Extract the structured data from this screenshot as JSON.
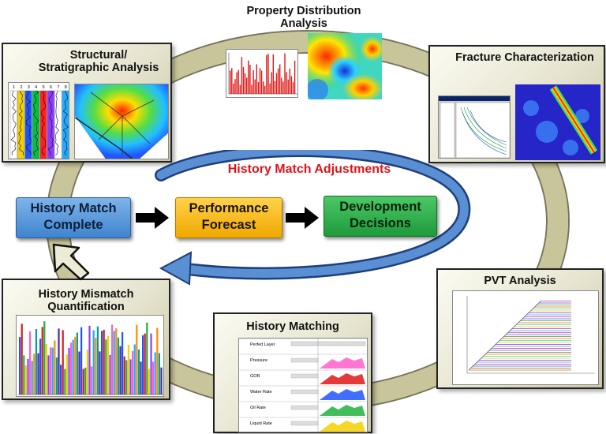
{
  "panels": {
    "property_distribution": "Property Distribution Analysis",
    "structural": "Structural/ Stratigraphic Analysis",
    "fracture": "Fracture Characterization",
    "pvt": "PVT Analysis",
    "history_matching": "History Matching",
    "mismatch": "History Mismatch Quantification"
  },
  "center": {
    "loop_label": "History Match Adjustments",
    "step1": "History Match Complete",
    "step2": "Performance Forecast",
    "step3": "Development Decisions"
  },
  "history_matching_rows": [
    "Perfed Layer",
    "Pressure",
    "GOR",
    "Water Rate",
    "Oil Rate",
    "Liquid Rate"
  ],
  "well_log_headers": [
    "1",
    "2",
    "3",
    "4",
    "5",
    "6",
    "7",
    "8"
  ],
  "colors": {
    "ring": "#c8c59a",
    "loop_arrow": "#4a7fc4",
    "loop_label": "#e0131a",
    "step1_fill": "#5b9bd5",
    "step2_fill": "#f5b800",
    "step3_fill": "#2fae4a"
  }
}
